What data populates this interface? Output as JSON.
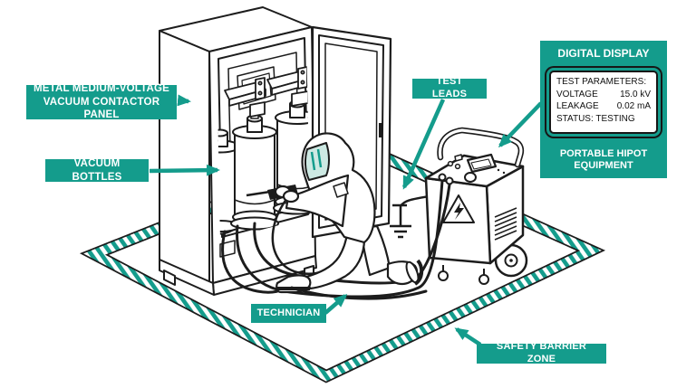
{
  "scene": {
    "background": "#FFFFFF",
    "accent_teal": "#149C8C",
    "ink": "#1C1C1C",
    "shield_tint": "#CDE9E3"
  },
  "callouts": {
    "panel": {
      "text": "METAL MEDIUM-VOLTAGE VACUUM CONTACTOR PANEL"
    },
    "bottles": {
      "text": "VACUUM BOTTLES"
    },
    "test_leads": {
      "text": "TEST LEADS"
    },
    "technician": {
      "text": "TECHNICIAN"
    },
    "safety": {
      "text": "SAFETY BARRIER ZONE"
    }
  },
  "info_panel": {
    "title": "DIGITAL DISPLAY",
    "display": {
      "header": "TEST PARAMETERS:",
      "rows": [
        {
          "label": "VOLTAGE",
          "value": "15.0 kV"
        },
        {
          "label": "LEAKAGE",
          "value": "0.02 mA"
        }
      ],
      "status": "STATUS: TESTING"
    },
    "caption": "PORTABLE HIPOT EQUIPMENT"
  }
}
